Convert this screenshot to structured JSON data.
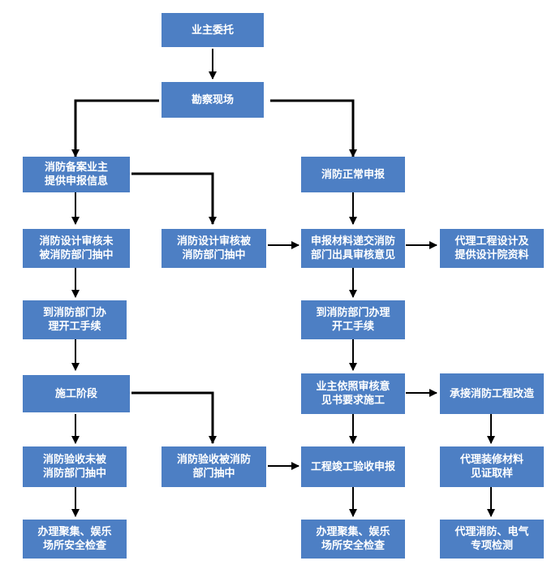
{
  "flowchart": {
    "n_owner_commission": "业主委托",
    "n_site_survey": "勘察现场",
    "n_filing_owner_info": [
      "消防备案业主",
      "提供申报信息"
    ],
    "n_normal_report": "消防正常申报",
    "n_design_not_sampled": [
      "消防设计审核未",
      "被消防部门抽中"
    ],
    "n_design_sampled": [
      "消防设计审核被",
      "消防部门抽中"
    ],
    "n_submit_materials": [
      "申报材料递交消防",
      "部门出具审核意见"
    ],
    "n_agent_design": [
      "代理工程设计及",
      "提供设计院资料"
    ],
    "n_construction_permit_left": [
      "到消防部门办",
      "理开工手续"
    ],
    "n_construction_permit_right": [
      "到消防部门办理",
      "开工手续"
    ],
    "n_construction_stage": "施工阶段",
    "n_owner_construct": [
      "业主依照审核意",
      "见书要求施工"
    ],
    "n_fire_renovation": "承接消防工程改造",
    "n_acceptance_not_sampled": [
      "消防验收未被",
      "消防部门抽中"
    ],
    "n_acceptance_sampled": [
      "消防验收被消防",
      "部门抽中"
    ],
    "n_completion_report": "工程竣工验收申报",
    "n_material_sampling": [
      "代理装修材料",
      "见证取样"
    ],
    "n_safety_check_left": [
      "办理聚集、娱乐",
      "场所安全检查"
    ],
    "n_safety_check_right": [
      "办理聚集、娱乐",
      "场所安全检查"
    ],
    "n_special_testing": [
      "代理消防、电气",
      "专项检测"
    ]
  },
  "colors": {
    "box": "#4d7fc4",
    "text": "#ffffff",
    "arrow": "#000000"
  }
}
